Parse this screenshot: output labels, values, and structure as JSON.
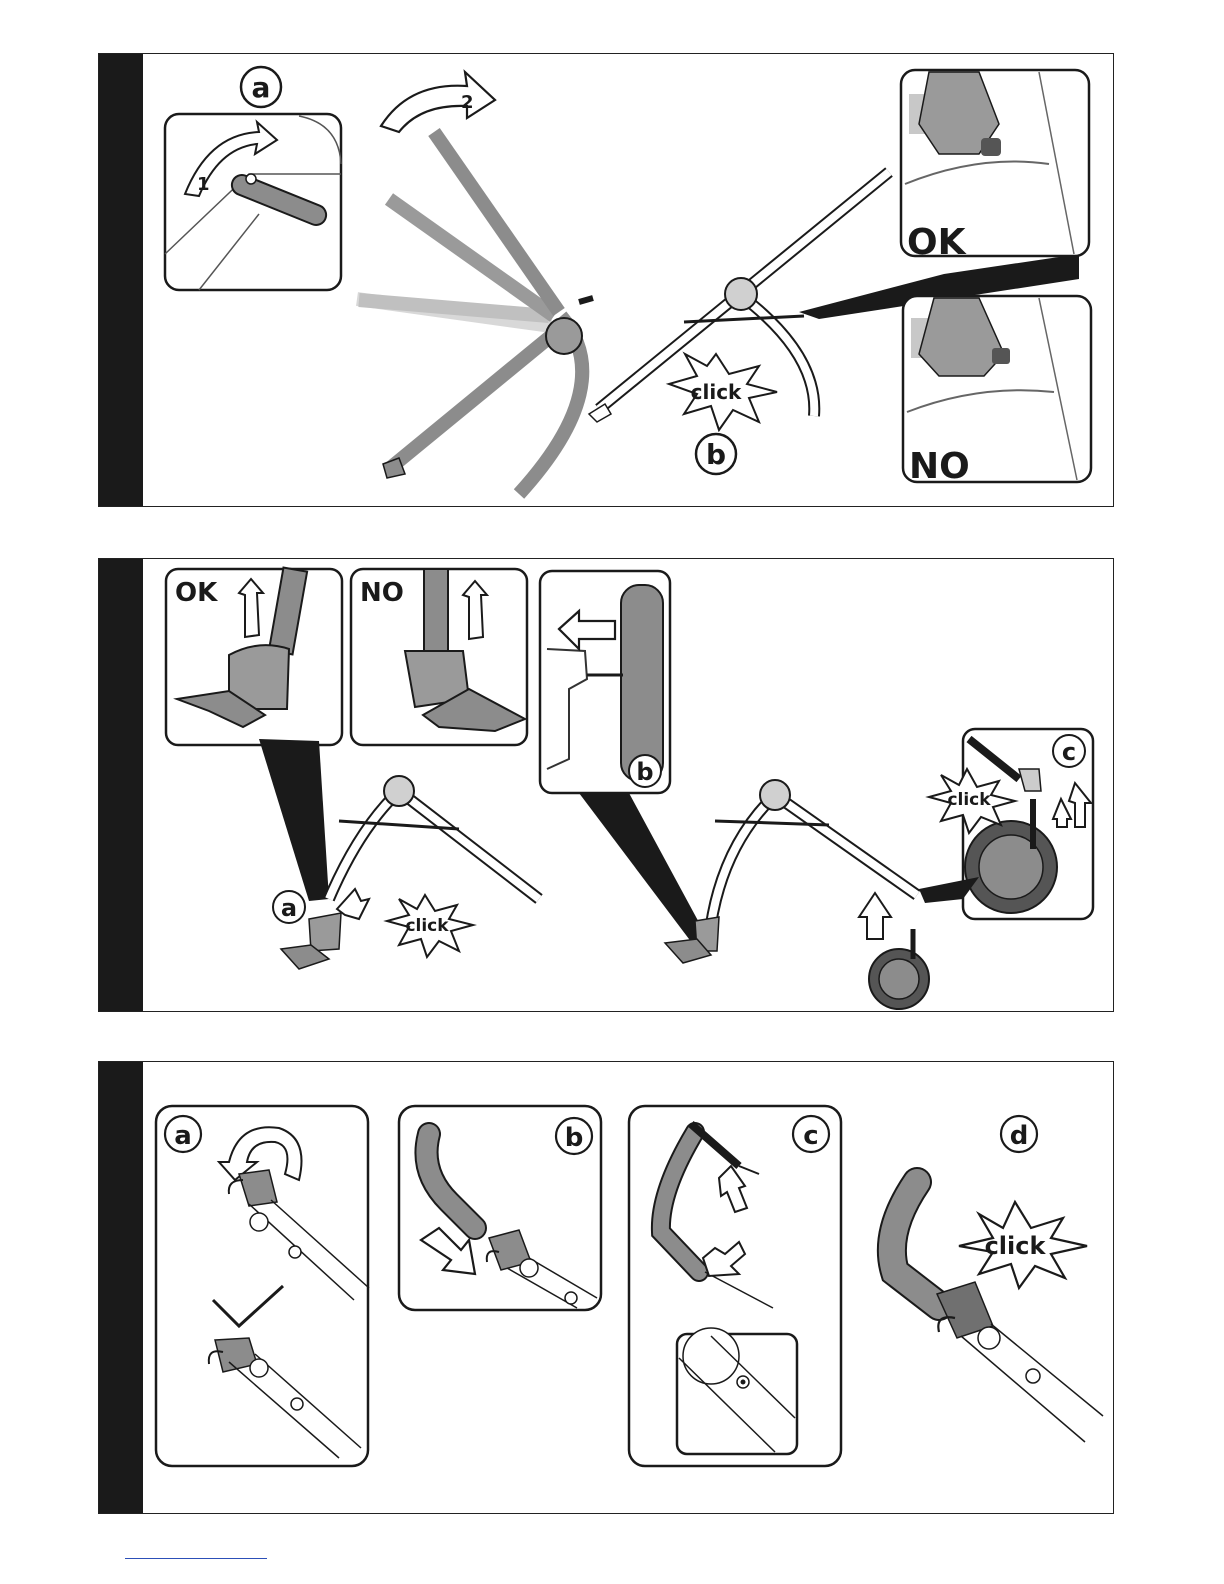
{
  "panel1": {
    "step_a": "a",
    "step_b": "b",
    "arrow_1": "1",
    "arrow_2": "2",
    "ok": "OK",
    "no": "NO",
    "click": "click"
  },
  "panel2": {
    "ok": "OK",
    "no": "NO",
    "step_a": "a",
    "step_b": "b",
    "step_c": "c",
    "click_a": "click",
    "click_c": "click"
  },
  "panel3": {
    "step_a": "a",
    "step_b": "b",
    "step_c": "c",
    "step_d": "d",
    "click": "click"
  },
  "colors": {
    "ink": "#1a1a1a",
    "frame_gray": "#8c8c8c",
    "light_gray": "#c8c8c8",
    "link_blue": "#2c4fb8"
  }
}
